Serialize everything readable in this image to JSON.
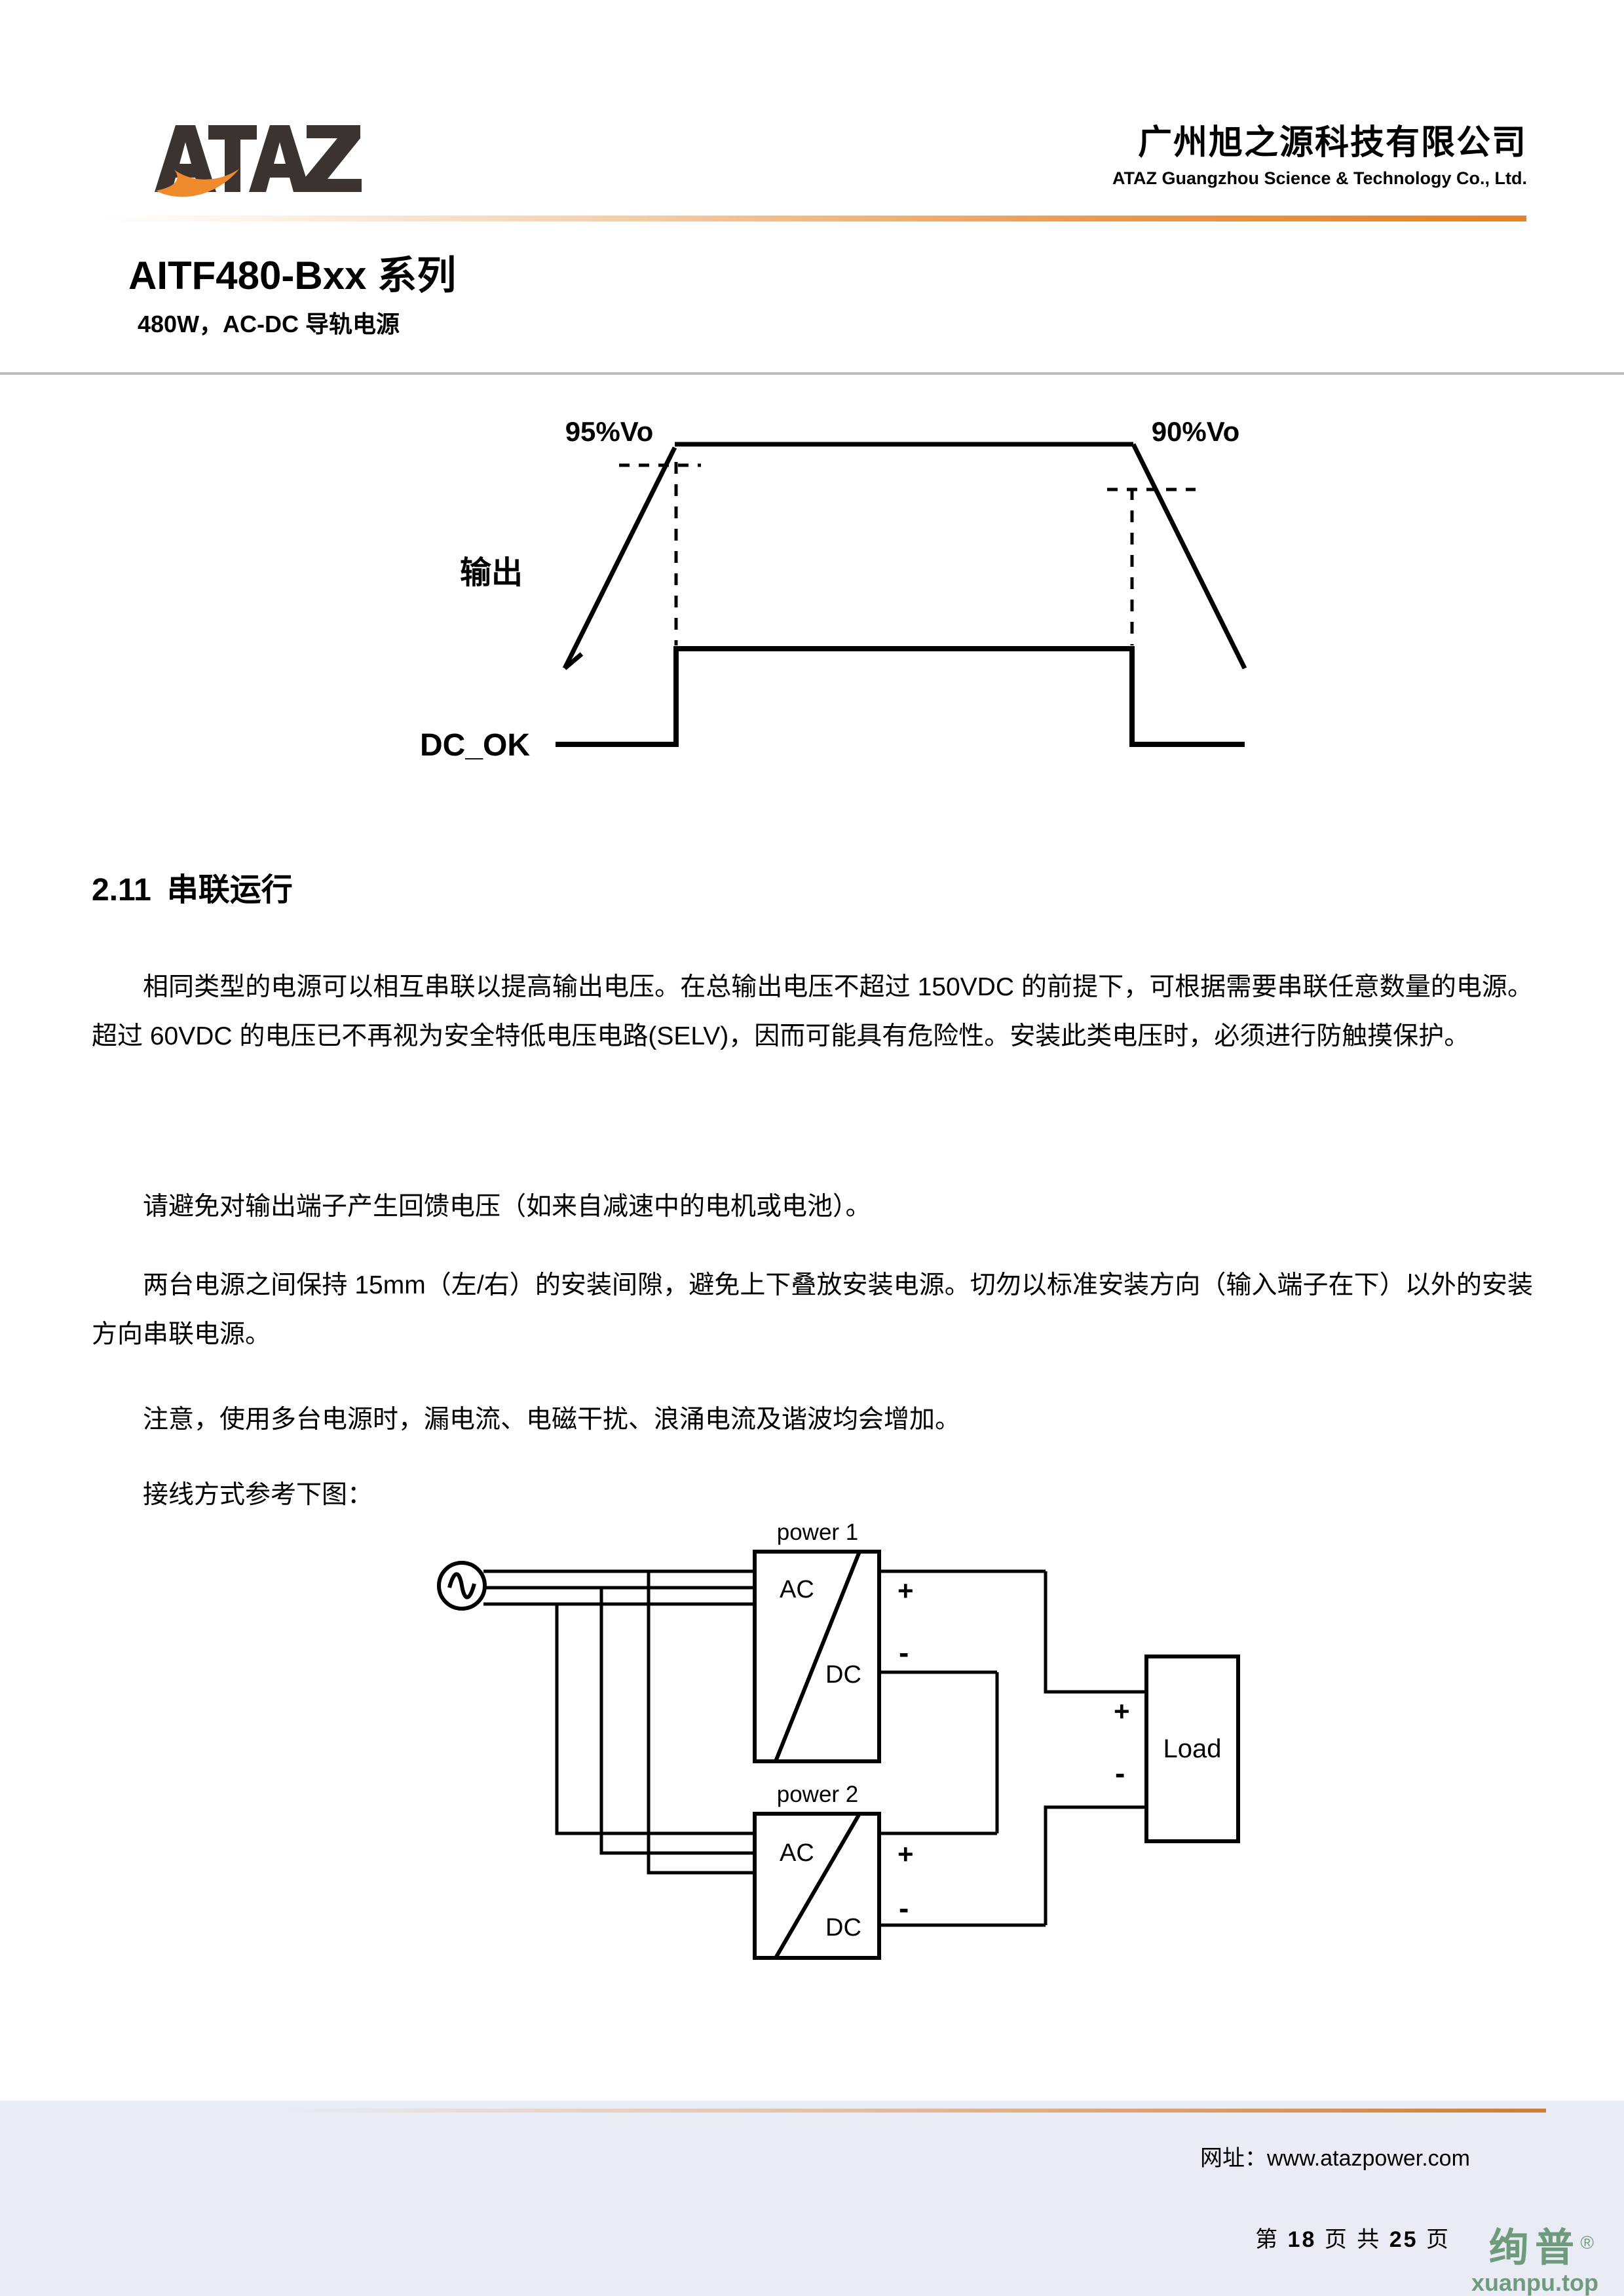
{
  "header": {
    "logo_text": "ATAZ",
    "company_cn": "广州旭之源科技有限公司",
    "company_en": "ATAZ Guangzhou Science & Technology Co., Ltd."
  },
  "title": {
    "main": "AITF480-Bxx 系列",
    "subtitle": "480W，AC-DC 导轨电源"
  },
  "timing_diagram": {
    "label_output": "输出",
    "label_dcok": "DC_OK",
    "label_95": "95%Vo",
    "label_90": "90%Vo"
  },
  "section": {
    "number": "2.11",
    "heading": "串联运行",
    "paragraphs": [
      "相同类型的电源可以相互串联以提高输出电压。在总输出电压不超过 150VDC 的前提下，可根据需要串联任意数量的电源。超过 60VDC 的电压已不再视为安全特低电压电路(SELV)，因而可能具有危险性。安装此类电压时，必须进行防触摸保护。",
      "请避免对输出端子产生回馈电压（如来自减速中的电机或电池）。",
      "两台电源之间保持 15mm（左/右）的安装间隙，避免上下叠放安装电源。切勿以标准安装方向（输入端子在下）以外的安装方向串联电源。",
      "注意，使用多台电源时，漏电流、电磁干扰、浪涌电流及谐波均会增加。",
      "接线方式参考下图："
    ]
  },
  "circuit_diagram": {
    "power1_label": "power 1",
    "power2_label": "power 2",
    "ac_label": "AC",
    "dc_label": "DC",
    "plus": "+",
    "minus": "-",
    "load_label": "Load"
  },
  "footer": {
    "url_label": "网址：www.atazpower.com",
    "page_prefix": "第",
    "page_current": "18",
    "page_mid": "页 共",
    "page_total": "25",
    "page_suffix": "页",
    "watermark_cn": "绚普",
    "watermark_reg": "®",
    "watermark_en": "xuanpu.top"
  },
  "colors": {
    "accent_orange": "#e6822a",
    "footer_band": "#e9ecf5",
    "watermark_green": "#6f9b7d",
    "rule_gray": "#bdbdbd"
  }
}
